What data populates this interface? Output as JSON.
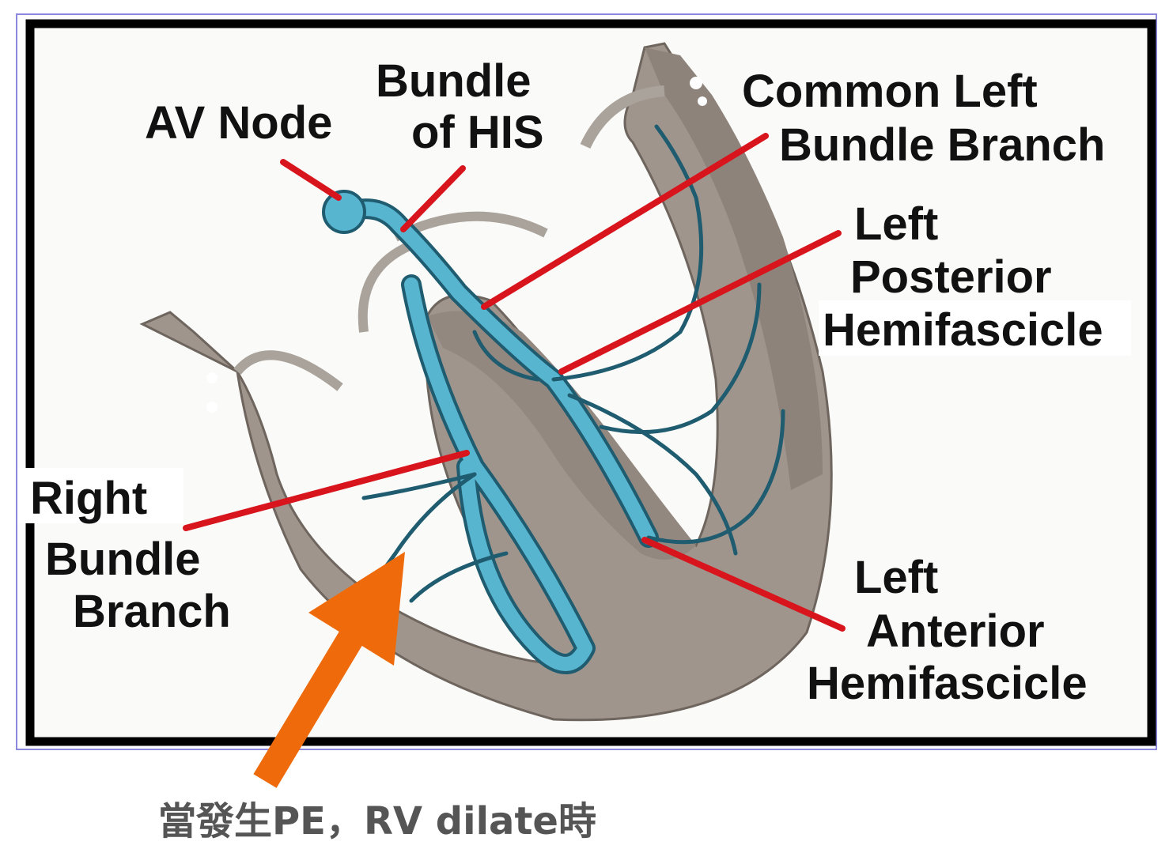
{
  "labels": {
    "av_node": "AV Node",
    "bundle_his": [
      "Bundle",
      "of HIS"
    ],
    "common_left": [
      "Common Left",
      "Bundle Branch"
    ],
    "left_posterior": [
      "Left",
      "Posterior",
      "Hemifascicle"
    ],
    "right_bundle": [
      "Right",
      "Bundle",
      "Branch"
    ],
    "left_anterior": [
      "Left",
      "Anterior",
      "Hemifascicle"
    ]
  },
  "caption": "當發生PE，RV dilate時",
  "colors": {
    "leader_lines": "#d8141c",
    "conduction": "#58b5d0",
    "myocardium": "#9a8f86",
    "arrow": "#ee6a0a",
    "frame": "#000000"
  }
}
